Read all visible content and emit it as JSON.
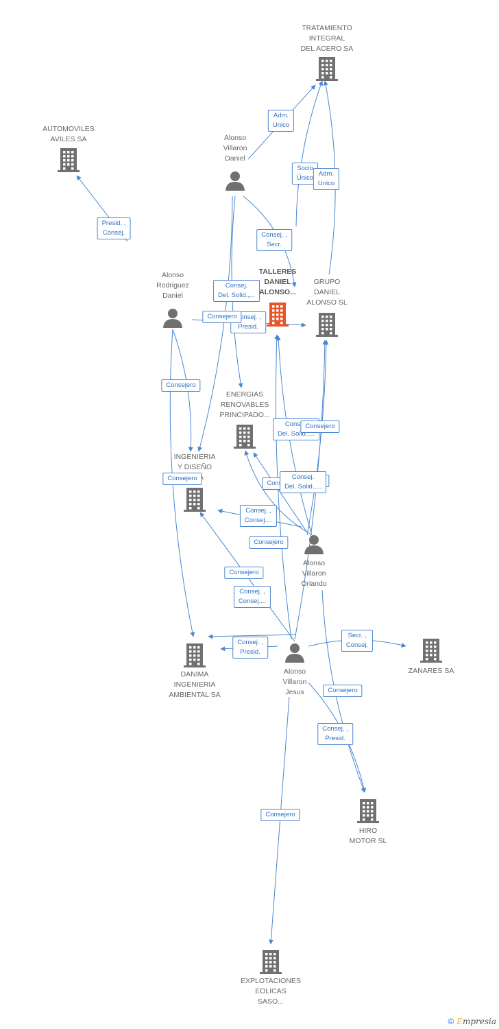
{
  "colors": {
    "edge": "#4a86d0",
    "node": "#707070",
    "highlight": "#e8552a"
  },
  "nodes": [
    {
      "id": "tratamiento",
      "type": "company",
      "label": "TRATAMIENTO\nINTEGRAL\nDEL ACERO SA"
    },
    {
      "id": "automoviles",
      "type": "company",
      "label": "AUTOMOVILES\nAVILES SA"
    },
    {
      "id": "alonso_daniel",
      "type": "person",
      "label": "Alonso\nVillaron\nDaniel"
    },
    {
      "id": "alonso_rodriguez",
      "type": "person",
      "label": "Alonso\nRodriguez\nDaniel"
    },
    {
      "id": "talleres",
      "type": "company",
      "label": "TALLERES\nDANIEL\nALONSO...",
      "highlight": true
    },
    {
      "id": "grupo",
      "type": "company",
      "label": "GRUPO\nDANIEL\nALONSO SL"
    },
    {
      "id": "energias",
      "type": "company",
      "label": "ENERGIAS\nRENOVABLES\nPRINCIPADO..."
    },
    {
      "id": "ingenieria",
      "type": "company",
      "label": "INGENIERIA\nY DISEÑO\n... SA"
    },
    {
      "id": "alonso_orlando",
      "type": "person",
      "label": "Alonso\nVillaron\nOrlando"
    },
    {
      "id": "danima",
      "type": "company",
      "label": "DANIMA\nINGENIERIA\nAMBIENTAL SA"
    },
    {
      "id": "alonso_jesus",
      "type": "person",
      "label": "Alonso\nVillaron\nJesus"
    },
    {
      "id": "zanares",
      "type": "company",
      "label": "ZANARES SA"
    },
    {
      "id": "hiro",
      "type": "company",
      "label": "HIRO\nMOTOR SL"
    },
    {
      "id": "explotaciones",
      "type": "company",
      "label": "EXPLOTACIONES\nEOLICAS\nSASO..."
    }
  ],
  "edge_labels": [
    "Adm.\nUnico",
    "Socio\nÚnico",
    "Adm.\nUnico",
    "Presid. ,\nConsej.",
    "Consej. ,\nSecr.",
    "Consej.\nDel. Solid.,...",
    "Consejero",
    "Consej. ,\nPresid.",
    "Consejero",
    "Consej.\nDel. Solid.,...",
    "Consejero",
    "Consejero",
    "Consej. ,\nConsej....",
    "Consejero",
    "Consejero",
    "Consejero",
    "Consej.\nDel. Solid.,...",
    "Consej. ,\nConsej....",
    "Consej. ,\nPresid.",
    "Secr. ,\nConsej.",
    "Consejero",
    "Consej. ,\nPresid.",
    "Consejero",
    "Consejero"
  ],
  "copyright": {
    "symbol": "©",
    "brand_initial": "E",
    "brand_rest": "mpresia"
  }
}
